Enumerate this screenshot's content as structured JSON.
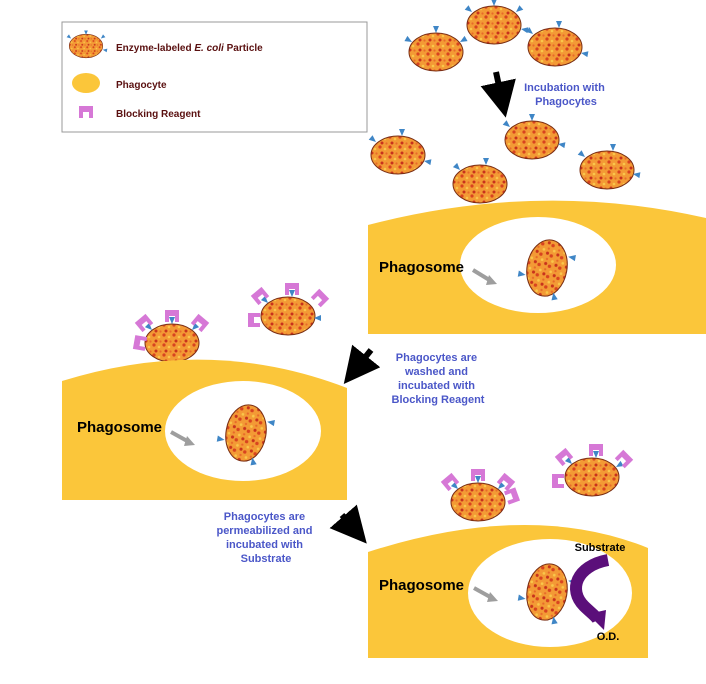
{
  "legend": {
    "items": [
      {
        "icon": "e-coli-particle-icon",
        "label_pre": "Enzyme-labeled ",
        "label_italic": "E. coli",
        "label_post": " Particle"
      },
      {
        "icon": "phagocyte-icon",
        "label": "Phagocyte"
      },
      {
        "icon": "blocking-reagent-icon",
        "label": "Blocking Reagent"
      }
    ]
  },
  "steps": {
    "step1": [
      "Incubation with",
      "Phagocytes"
    ],
    "step2": [
      "Phagocytes are",
      "washed and",
      "incubated with",
      "Blocking Reagent"
    ],
    "step3": [
      "Phagocytes are",
      "permeabilized and",
      "incubated with",
      "Substrate"
    ]
  },
  "labels": {
    "phagosome": "Phagosome",
    "substrate": "Substrate",
    "od": "O.D."
  },
  "colors": {
    "phagocyte": "#FBC63A",
    "particle_light": "#F3A23A",
    "particle_dark": "#D8431F",
    "particle_outline": "#7A2E14",
    "spike": "#3F86C6",
    "blocking": "#D678D6",
    "step_text": "#4B57C8",
    "legend_text": "#5A1010",
    "arrow_black": "#000000",
    "arrow_gray": "#9E9E9E",
    "substrate_arrow": "#5B0F7A"
  }
}
